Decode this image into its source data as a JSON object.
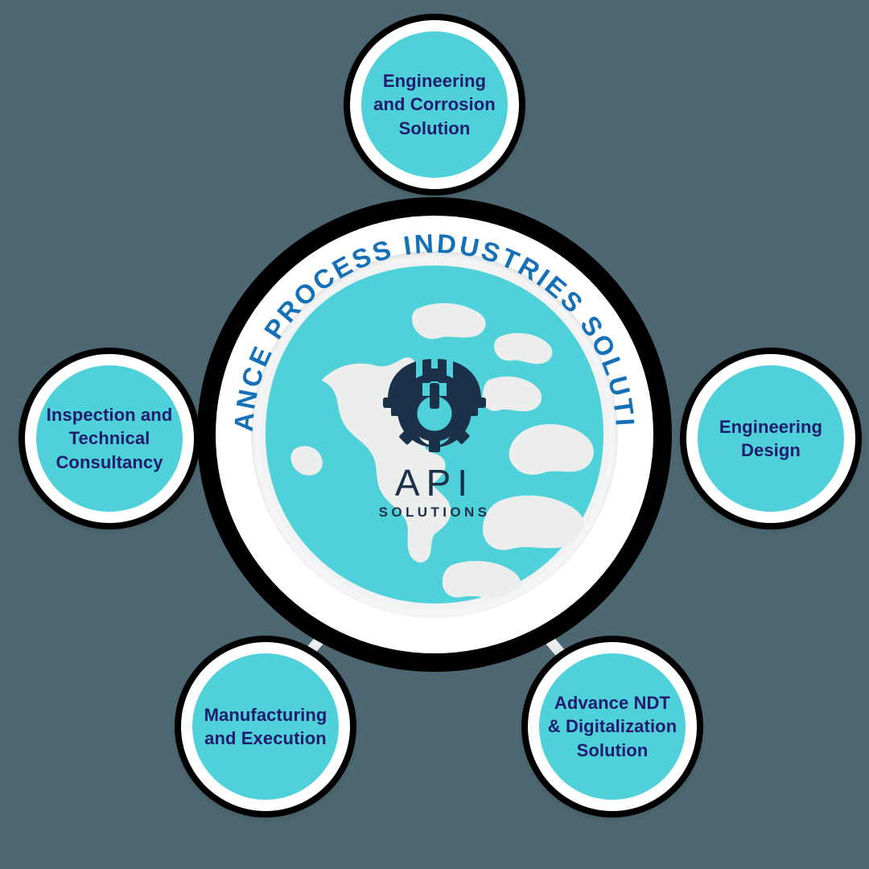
{
  "theme": {
    "background": "#4d6872",
    "node_fill": "#4fd1d9",
    "node_ring": "#ffffff",
    "node_outer": "#000000",
    "node_text": "#1f1b6e",
    "ring_text": "#1470b8",
    "logo_dark": "#1b3049",
    "globe_land": "#4fd1d9",
    "globe_sea": "#f1f2f3",
    "connector": "#e9eaec",
    "connector_cap": "#c8ccd0"
  },
  "hub": {
    "ring_text": "ADVANCE PROCESS INDUSTRIES SOLUTIONS",
    "logo": {
      "name": "API",
      "tagline": "SOLUTIONS",
      "icon_names": [
        "hard-hat-icon",
        "gear-icon",
        "power-symbol-icon",
        "globe-icon"
      ]
    }
  },
  "nodes": [
    {
      "id": "top",
      "label": "Engineering and Corrosion Solution",
      "position": "top"
    },
    {
      "id": "right",
      "label": "Engineering Design",
      "position": "right"
    },
    {
      "id": "br",
      "label": "Advance NDT & Digitalization Solution",
      "position": "bottom-right"
    },
    {
      "id": "bl",
      "label": "Manufacturing and Execution",
      "position": "bottom-left"
    },
    {
      "id": "left",
      "label": "Inspection and Technical Consultancy",
      "position": "left"
    }
  ],
  "diagram": {
    "type": "hub-and-spoke",
    "spoke_count": 5
  }
}
